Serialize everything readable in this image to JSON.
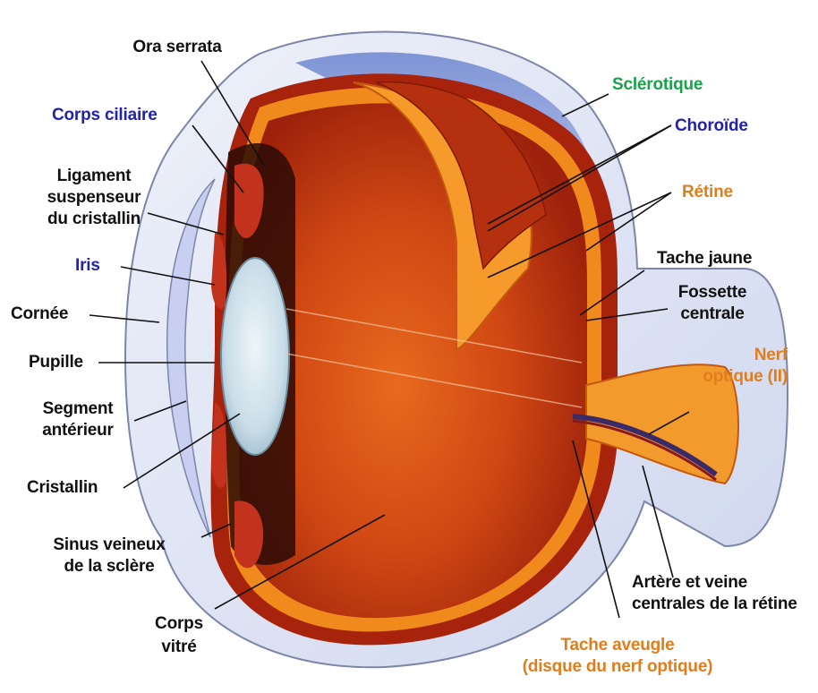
{
  "diagram": {
    "colors": {
      "sclera": "#dbe3f4",
      "sclera_edge": "#6f7fa8",
      "choroid": "#b3260e",
      "retina": "#f08a1c",
      "vitreous": "#c9400f",
      "lens": "#cfe0ea",
      "iris": "#c2321c",
      "nerve": "#f29a2c",
      "label_blue": "#2323a8",
      "label_green": "#17a34a",
      "label_orange": "#e07d1c",
      "label_black": "#111111"
    },
    "labels": {
      "ora_serrata": "Ora serrata",
      "corps_ciliaire": "Corps ciliaire",
      "ligament_1": "Ligament",
      "ligament_2": "suspenseur",
      "ligament_3": "du cristallin",
      "iris": "Iris",
      "cornee": "Cornée",
      "pupille": "Pupille",
      "segment_1": "Segment",
      "segment_2": "antérieur",
      "cristallin": "Cristallin",
      "sinus_1": "Sinus veineux",
      "sinus_2": "de la sclère",
      "corps_vitre_1": "Corps",
      "corps_vitre_2": "vitré",
      "sclerotique": "Sclérotique",
      "choroide": "Choroïde",
      "retine": "Rétine",
      "tache_jaune": "Tache jaune",
      "fossette_1": "Fossette",
      "fossette_2": "centrale",
      "nerf_1": "Nerf",
      "nerf_2": "optique (II)",
      "artere_1": "Artère et veine",
      "artere_2": "centrales de la rétine",
      "tache_aveugle_1": "Tache aveugle",
      "tache_aveugle_2": "(disque du nerf optique)"
    }
  }
}
